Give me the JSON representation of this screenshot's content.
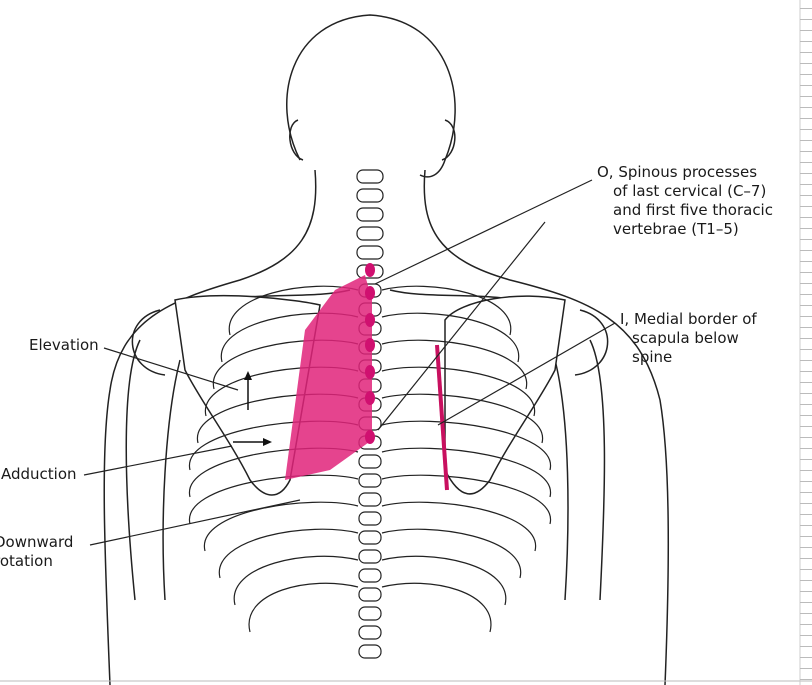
{
  "labels": {
    "origin": [
      "O, Spinous processes",
      "of last cervical (C–7)",
      "and first five thoracic",
      "vertebrae (T1–5)"
    ],
    "insertion": [
      "I, Medial border of",
      "scapula below",
      "spine"
    ],
    "elevation": "Elevation",
    "adduction": "Adduction",
    "downward_rotation": [
      "Downward",
      "rotation"
    ]
  },
  "colors": {
    "muscle": "#e0237a",
    "bone_outline": "#222222",
    "shading": "#d8d8d8"
  }
}
